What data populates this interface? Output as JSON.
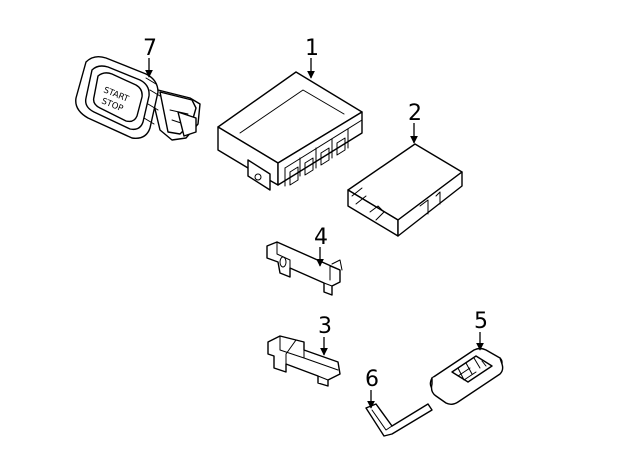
{
  "parts": [
    {
      "callout": "1",
      "name": "module"
    },
    {
      "callout": "2",
      "name": "receiver"
    },
    {
      "callout": "3",
      "name": "bracket"
    },
    {
      "callout": "4",
      "name": "bracket"
    },
    {
      "callout": "5",
      "name": "remote-key-fob"
    },
    {
      "callout": "6",
      "name": "emergency-key-blade"
    },
    {
      "callout": "7",
      "name": "start-stop-switch"
    }
  ],
  "switch_button_text": {
    "line1": "START",
    "line2": "STOP"
  }
}
